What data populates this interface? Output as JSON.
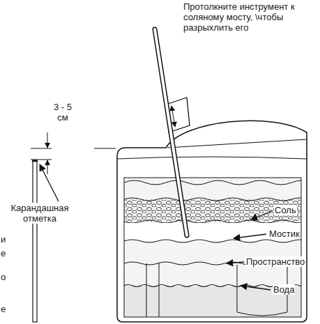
{
  "diagram": {
    "labels": [
      "Протолкните инструмент к соляному мосту, \\чтобы разрыхлить его",
      "3 - 5 см",
      "Карандашная отметка",
      "Соль",
      "Мостик",
      "Пространство",
      "Вода",
      "и",
      "е",
      "о",
      "е"
    ]
  }
}
